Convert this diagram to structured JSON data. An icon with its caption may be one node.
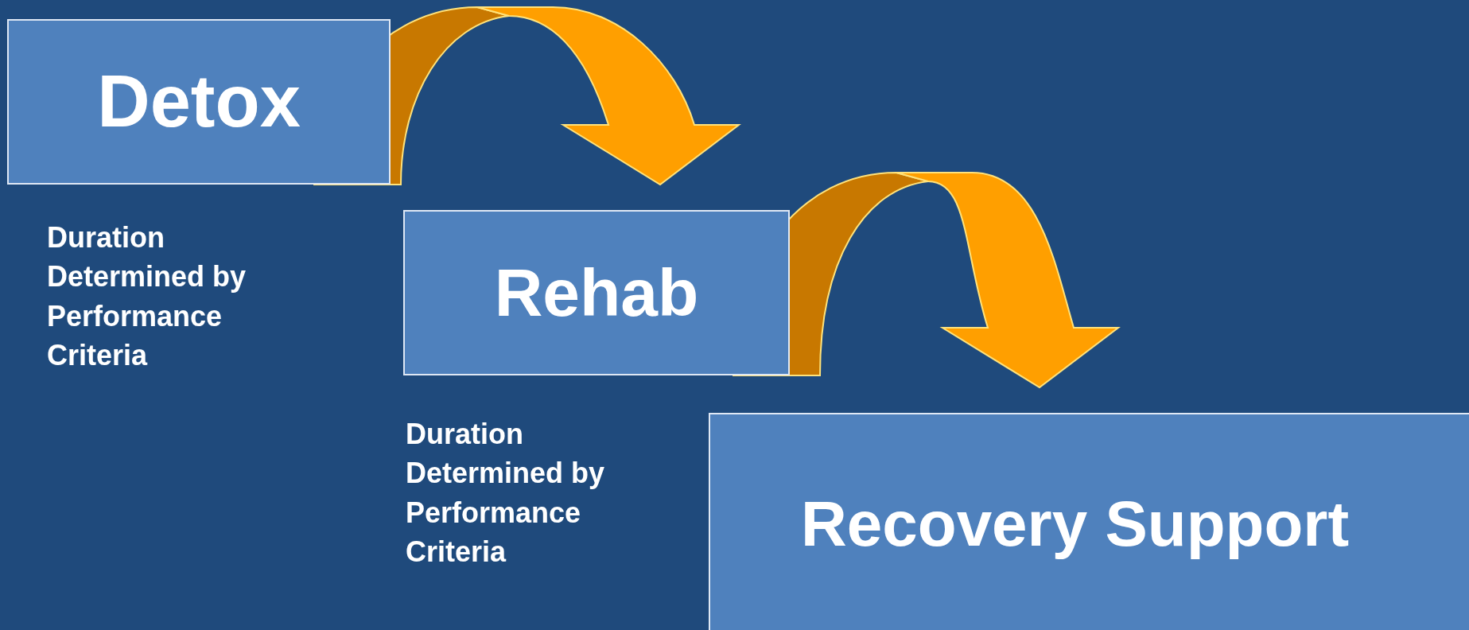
{
  "diagram": {
    "nodes": [
      {
        "text": [
          "Detox"
        ],
        "beside": [
          "Duration Determined by Performance Criteria"
        ]
      },
      {
        "text": [
          "Rehab"
        ],
        "beside": [
          "Duration Determined by Performance Criteria"
        ]
      },
      {
        "text": [
          "Recovery Support"
        ]
      }
    ],
    "edges": [
      {
        "from": 0,
        "to": 1,
        "arrow": "to"
      },
      {
        "from": 1,
        "to": 2,
        "arrow": "to"
      }
    ]
  }
}
